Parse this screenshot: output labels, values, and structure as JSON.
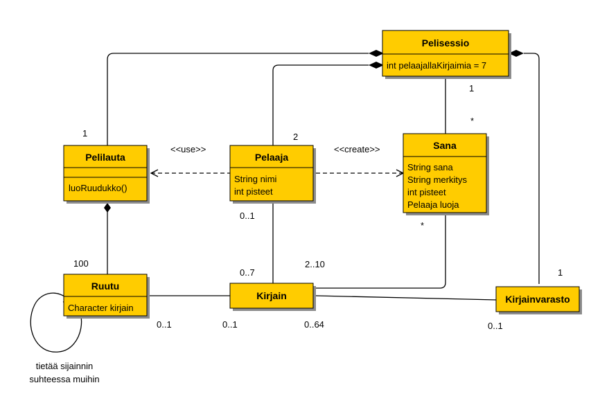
{
  "classes": {
    "pelisessio": {
      "name": "Pelisessio",
      "attrs": [
        "int pelaajallaKirjaimia = 7"
      ]
    },
    "pelilauta": {
      "name": "Pelilauta",
      "methods": [
        "luoRuudukko()"
      ]
    },
    "pelaaja": {
      "name": "Pelaaja",
      "attrs": [
        "String nimi",
        "int pisteet"
      ]
    },
    "sana": {
      "name": "Sana",
      "attrs": [
        "String sana",
        "String merkitys",
        "int pisteet",
        "Pelaaja luoja"
      ]
    },
    "ruutu": {
      "name": "Ruutu",
      "attrs": [
        "Character kirjain"
      ]
    },
    "kirjain": {
      "name": "Kirjain"
    },
    "kirjainvarasto": {
      "name": "Kirjainvarasto"
    }
  },
  "relations": {
    "use": "<<use>>",
    "create": "<<create>>"
  },
  "multiplicities": {
    "pelilauta_pelisessio": "1",
    "pelaaja_pelisessio": "2",
    "pelisessio_sana": "1",
    "sana_pelisessio": "*",
    "sana_kirjain": "*",
    "pelilauta_ruutu": "100",
    "pelaaja_kirjain_top": "0..1",
    "pelaaja_kirjain_bottom": "0..7",
    "kirjain_sana": "2..10",
    "ruutu_kirjain": "0..1",
    "kirjain_ruutu": "0..1",
    "kirjain_varasto": "0..64",
    "varasto_pelisessio": "1",
    "varasto_kirjain": "0..1"
  },
  "note": {
    "line1": "tietää sijainnin",
    "line2": "suhteessa muihin"
  }
}
